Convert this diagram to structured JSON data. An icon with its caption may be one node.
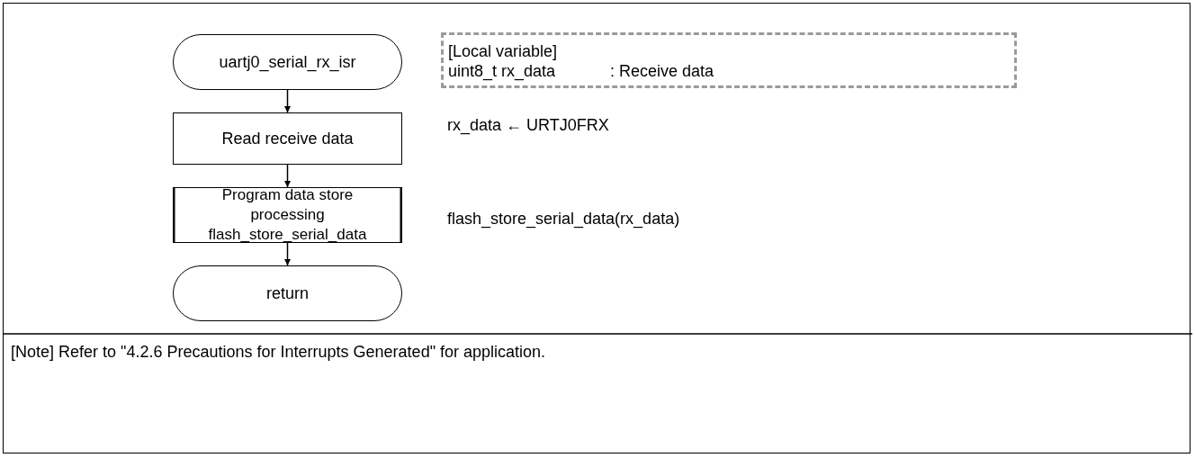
{
  "diagram": {
    "nodes": [
      {
        "text": [
          "uartj0_serial_rx_isr"
        ]
      },
      {
        "text": [
          "Read receive data"
        ]
      },
      {
        "text": [
          "Program data store processing flash_store_serial_data"
        ]
      },
      {
        "text": [
          "return"
        ]
      },
      {
        "text": [
          "[Local variable]",
          "uint8_t rx_data",
          ": Receive data"
        ]
      }
    ],
    "edges": [
      {
        "from": 0,
        "to": 1,
        "arrow": "to"
      },
      {
        "from": 1,
        "to": 2,
        "arrow": "to"
      },
      {
        "from": 2,
        "to": 3,
        "arrow": "to"
      }
    ],
    "labels": [
      "rx_data ← URTJ0FRX",
      "flash_store_serial_data(rx_data)",
      "[Note] Refer to \"4.2.6 Precautions for Interrupts Generated\" for application."
    ]
  }
}
